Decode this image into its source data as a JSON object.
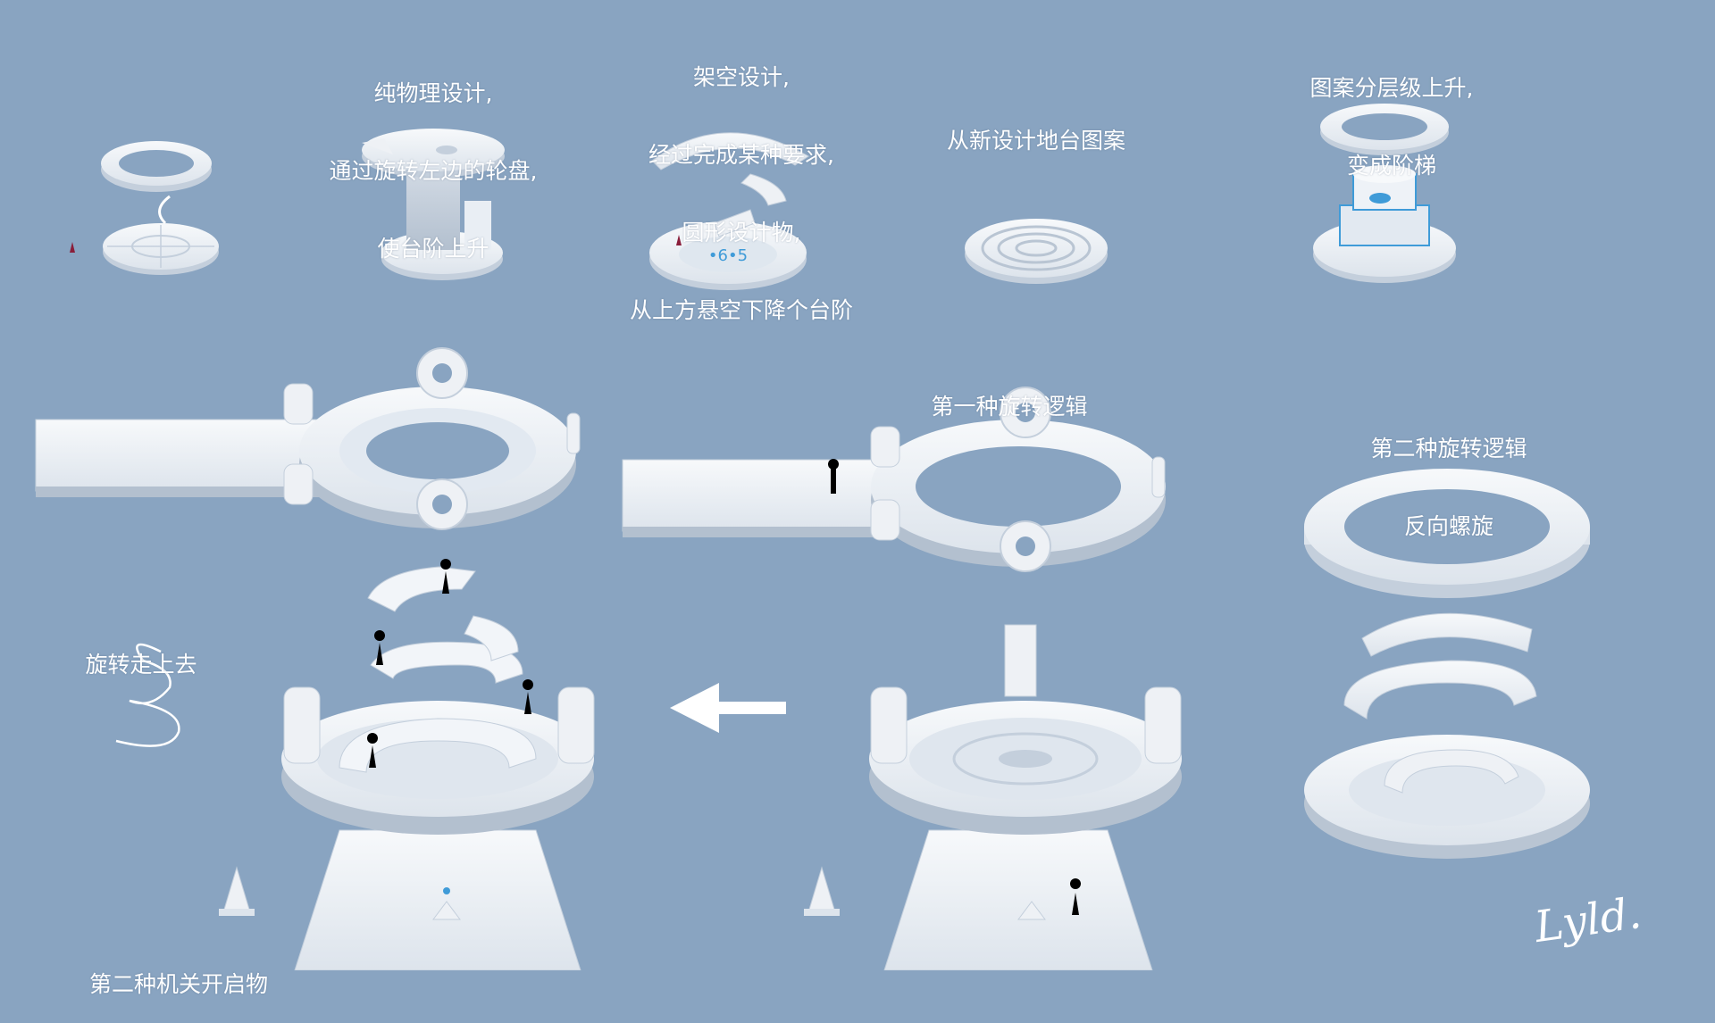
{
  "captions": {
    "physical_design": [
      "纯物理设计,",
      "通过旋转左边的轮盘,",
      "使台阶上升"
    ],
    "elevated_design": [
      "架空设计,",
      "经过完成某种要求,",
      "圆形设计物,",
      "从上方悬空下降个台阶"
    ],
    "new_pattern": [
      "从新设计地台图案"
    ],
    "layered_rise": [
      "图案分层级上升,",
      "变成阶梯"
    ],
    "first_rotation": [
      "第一种旋转逻辑"
    ],
    "second_rotation": [
      "第二种旋转逻辑",
      "反向螺旋"
    ],
    "rotate_up": [
      "旋转走上去"
    ],
    "second_switch": [
      "第二种机关开启物"
    ]
  },
  "signature": "Lyld.",
  "colors": {
    "background": "#89a4c1",
    "stone": "#eef1f5",
    "stone_shadow": "#c4cfdc",
    "stone_edge": "#a9b7c8",
    "glow": "#3f9bd8",
    "figure": "#000000",
    "accent_red": "#8a1e3a"
  }
}
